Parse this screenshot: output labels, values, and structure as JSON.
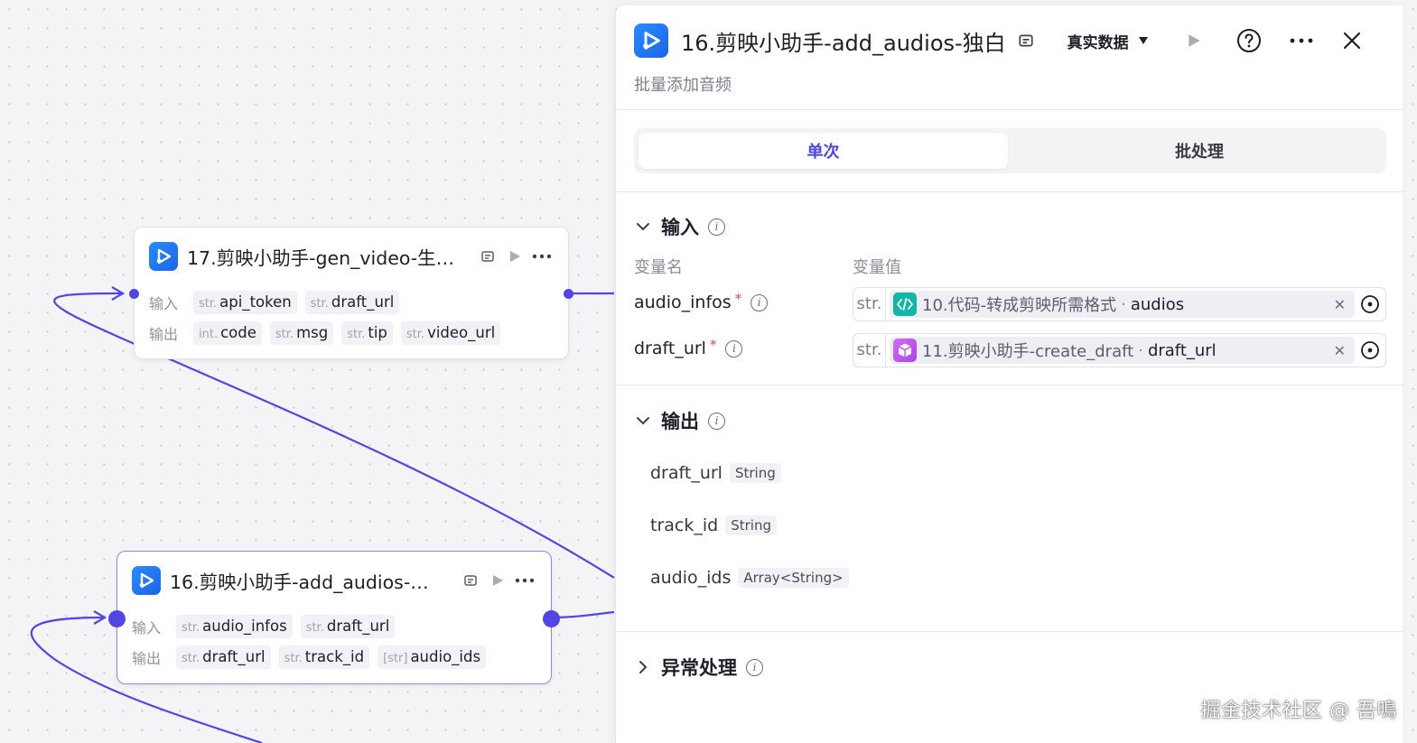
{
  "canvas": {
    "node_top": {
      "title": "17.剪映小助手-gen_video-生…",
      "input_label": "输入",
      "inputs": [
        {
          "type": "str.",
          "name": "api_token"
        },
        {
          "type": "str.",
          "name": "draft_url"
        }
      ],
      "output_label": "输出",
      "outputs": [
        {
          "type": "int.",
          "name": "code"
        },
        {
          "type": "str.",
          "name": "msg"
        },
        {
          "type": "str.",
          "name": "tip"
        },
        {
          "type": "str.",
          "name": "video_url"
        }
      ]
    },
    "node_bottom": {
      "title": "16.剪映小助手-add_audios-…",
      "input_label": "输入",
      "inputs": [
        {
          "type": "str.",
          "name": "audio_infos"
        },
        {
          "type": "str.",
          "name": "draft_url"
        }
      ],
      "output_label": "输出",
      "outputs": [
        {
          "type": "str.",
          "name": "draft_url"
        },
        {
          "type": "str.",
          "name": "track_id"
        },
        {
          "type": "[str]",
          "name": "audio_ids"
        }
      ]
    }
  },
  "panel": {
    "title": "16.剪映小助手-add_audios-独白",
    "subtitle": "批量添加音频",
    "data_select": "真实数据",
    "tabs": [
      {
        "label": "单次",
        "active": true
      },
      {
        "label": "批处理",
        "active": false
      }
    ],
    "input_section": {
      "title": "输入",
      "col_name": "变量名",
      "col_value": "变量值",
      "rows": [
        {
          "name": "audio_infos",
          "required": "*",
          "type": "str.",
          "source": "10.代码-转成剪映所需格式",
          "sep": "·",
          "field": "audios"
        },
        {
          "name": "draft_url",
          "required": "*",
          "type": "str.",
          "source": "11.剪映小助手-create_draft",
          "sep": "·",
          "field": "draft_url"
        }
      ]
    },
    "output_section": {
      "title": "输出",
      "rows": [
        {
          "name": "draft_url",
          "type": "String"
        },
        {
          "name": "track_id",
          "type": "String"
        },
        {
          "name": "audio_ids",
          "type": "Array<String>"
        }
      ]
    },
    "error_section": {
      "title": "异常处理"
    }
  },
  "watermark": "掘金技术社区 @ 吾鳴",
  "colors": {
    "accent": "#4e45e4",
    "edge": "#4f46e5",
    "code_node": "#13b5a5",
    "plugin_node": "#c052f0"
  },
  "icons": [
    "play-icon",
    "more-icon",
    "help-icon",
    "close-icon",
    "chevron-down-icon",
    "chevron-right-icon",
    "info-icon",
    "target-icon",
    "clear-icon"
  ]
}
